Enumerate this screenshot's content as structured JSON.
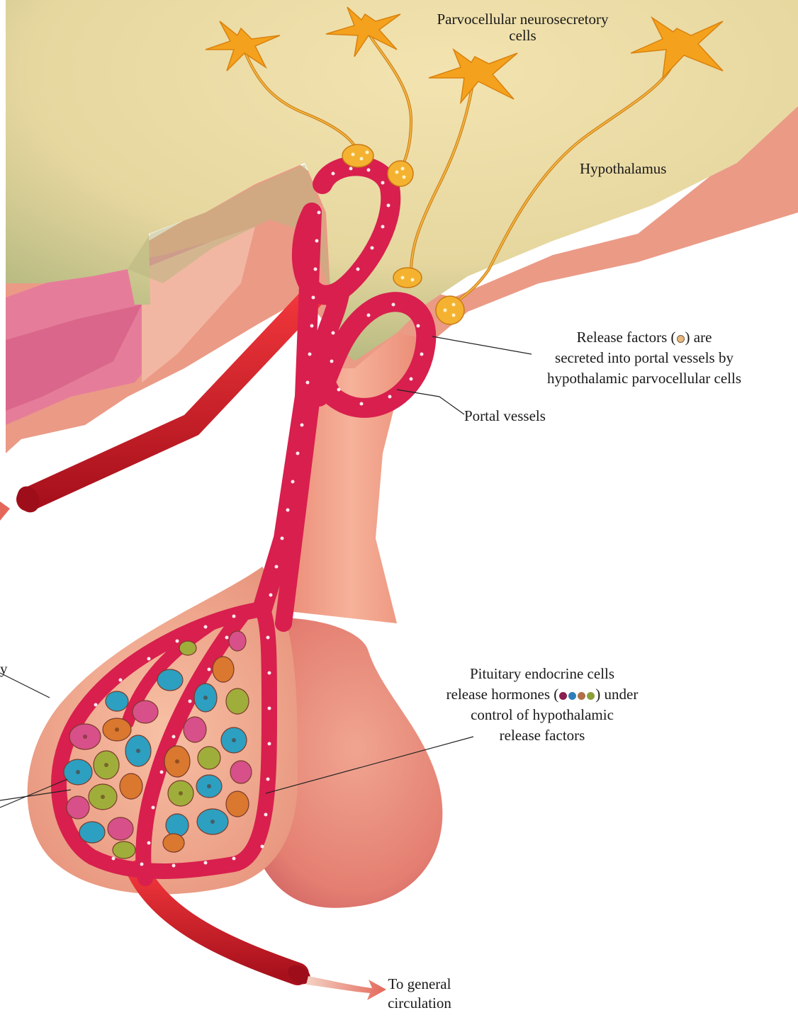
{
  "labels": {
    "parvo_line1": "Parvocellular neurosecretory",
    "parvo_line2": "cells",
    "hypothalamus": "Hypothalamus",
    "release_line1_pre": "Release factors (",
    "release_line1_post": ") are",
    "release_line2": "secreted into portal vessels by",
    "release_line3": "hypothalamic parvocellular cells",
    "portal": "Portal vessels",
    "pit_line1": "Pituitary endocrine cells",
    "pit_line2_pre": "release hormones (",
    "pit_line2_post": ") under",
    "pit_line3": "control of hypothalamic",
    "pit_line4": "release factors",
    "general_line1": "To general",
    "general_line2": "circulation",
    "edge_fragment": "y"
  },
  "colors": {
    "hypothalamus_fill": "#eedba3",
    "hypothalamus_shade": "#c8c88c",
    "tissue_pink": "#f0a08a",
    "vessel_red": "#d81f4e",
    "artery_red": "#e01e2a",
    "neuron_orange": "#f4a21d",
    "cell_teal": "#2d9fc0",
    "cell_magenta": "#d7508a",
    "cell_olive": "#9fae3a",
    "cell_orange": "#d9782e",
    "hormone_dots": [
      "#8a1e4f",
      "#2d7fb8",
      "#b0704a",
      "#8aa03a"
    ],
    "release_factor_dot": "#e8b880"
  }
}
